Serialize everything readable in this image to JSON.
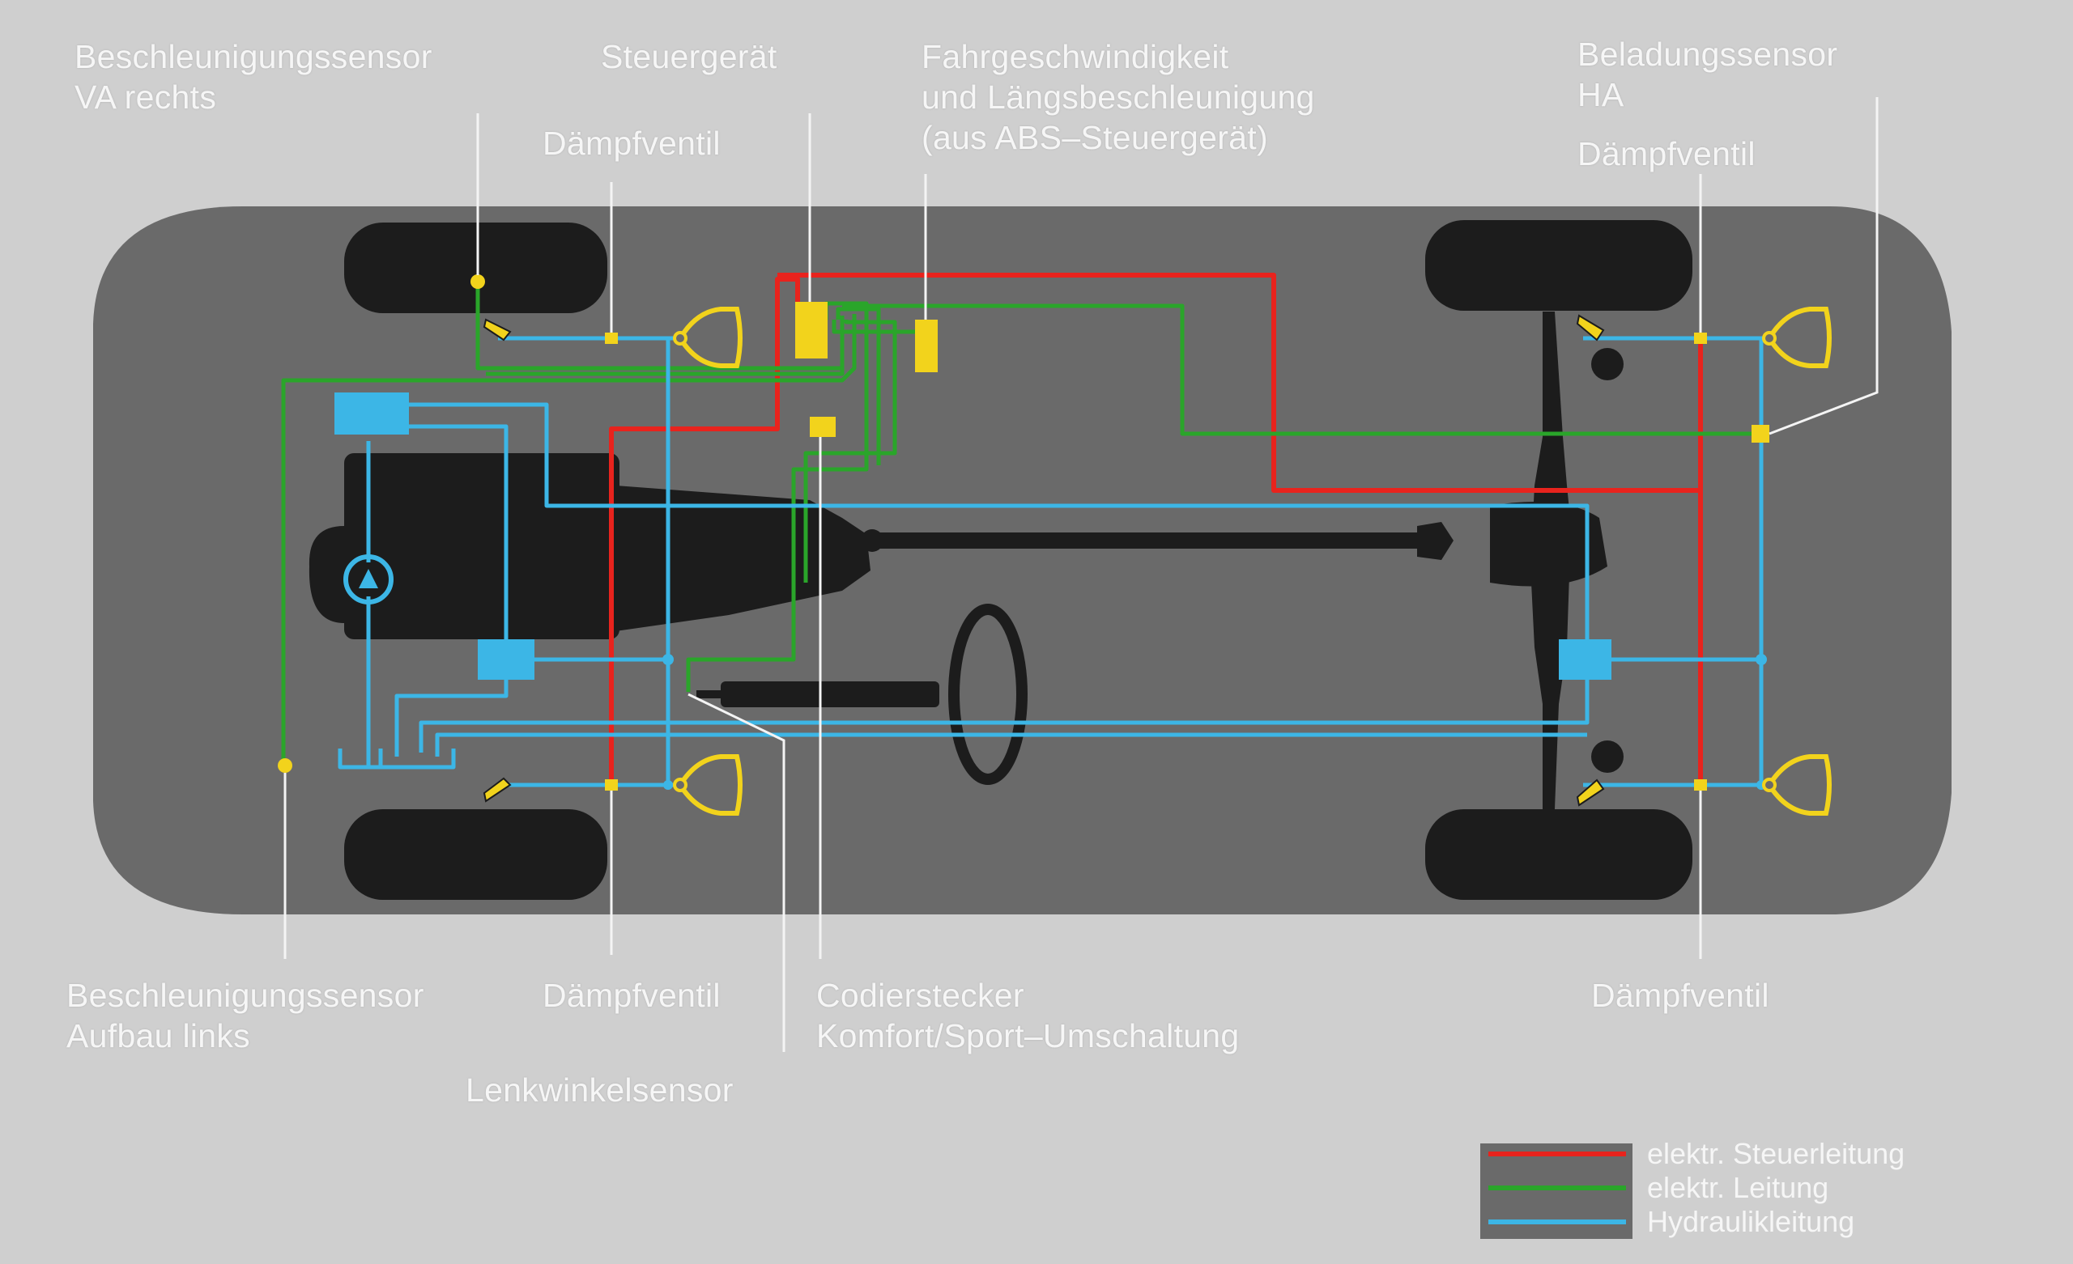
{
  "labels": {
    "accel_front_right": [
      "Beschleunigungssensor",
      "VA rechts"
    ],
    "control_unit": "Steuergerät",
    "speed_accel": [
      "Fahrgeschwindigkeit",
      "und Längsbeschleunigung",
      "(aus ABS–Steuergerät)"
    ],
    "load_sensor_rear": [
      "Beladungssensor",
      "HA"
    ],
    "damper_valve": "Dämpfventil",
    "accel_body_left": [
      "Beschleunigungssensor",
      "Aufbau links"
    ],
    "steering_angle": "Lenkwinkelsensor",
    "coding_plug": [
      "Codierstecker",
      "Komfort/Sport–Umschaltung"
    ]
  },
  "legend": {
    "items": [
      {
        "label": "elektr. Steuerleitung",
        "color": "#e8231d"
      },
      {
        "label": "elektr. Leitung",
        "color": "#2aa52a"
      },
      {
        "label": "Hydraulikleitung",
        "color": "#3cb6e6"
      }
    ]
  },
  "colors": {
    "background": "#cfcfcf",
    "car_body": "#6a6a6a",
    "drivetrain": "#1c1c1c",
    "red_line": "#e8231d",
    "green_line": "#2aa52a",
    "blue_line": "#3cb6e6",
    "yellow": "#f2d31c"
  }
}
